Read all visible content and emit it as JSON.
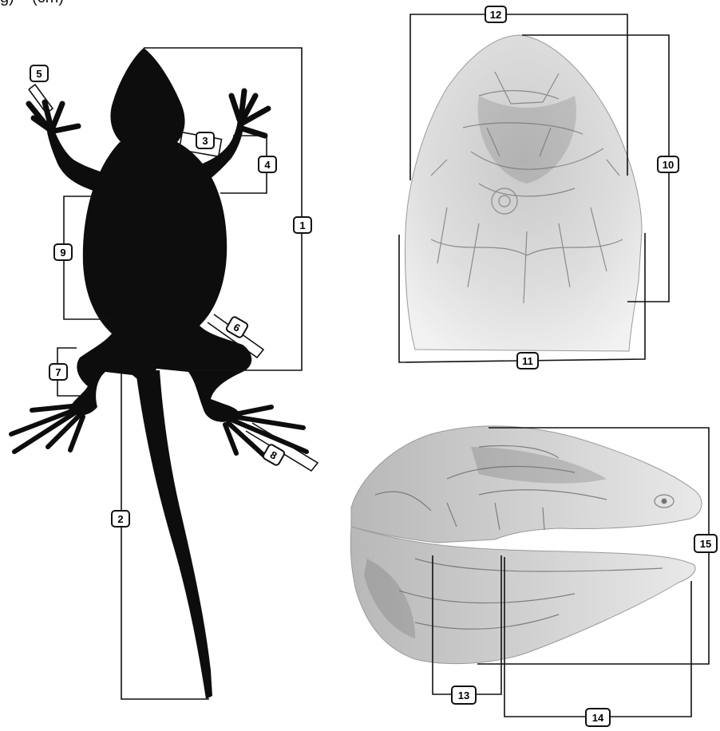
{
  "caption_fragment": "g) – (cm)",
  "labels": [
    "1",
    "2",
    "3",
    "4",
    "5",
    "6",
    "7",
    "8",
    "9",
    "10",
    "11",
    "12",
    "13",
    "14",
    "15"
  ],
  "colors": {
    "silhouette": "#0d0d0d",
    "line": "#111111",
    "sketch_light": "#d9d9d9",
    "sketch_dark": "#8a8a8a"
  }
}
